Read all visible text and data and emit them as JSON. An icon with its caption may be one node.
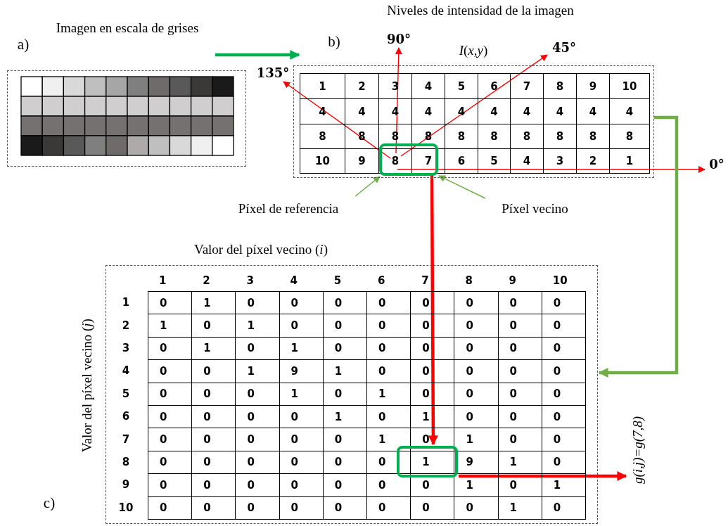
{
  "diagram": {
    "nodes": [
      {
        "text": [
          "Imagen en escala de grises"
        ],
        "beside": [
          "a)"
        ]
      },
      {
        "text": [
          "Niveles de intensidad de la imagen",
          "*I*(*x*,*y*)"
        ],
        "beside": [
          "b)"
        ]
      },
      {
        "text": [],
        "shape": "box",
        "in": 1
      },
      {
        "text": [
          "Píxel de referencia"
        ]
      },
      {
        "text": [
          "Píxel vecino"
        ]
      },
      {
        "text": [
          "135°"
        ]
      },
      {
        "text": [
          "90°"
        ]
      },
      {
        "text": [
          "45°"
        ]
      },
      {
        "text": [
          "0°"
        ]
      },
      {
        "text": [
          "Valor del píxel vecino (*i*)",
          "Valor del píxel vecino (*j*)"
        ],
        "beside": [
          "c)"
        ]
      },
      {
        "text": [],
        "shape": "box",
        "in": 9
      },
      {
        "text": [
          "g(i,j)=g(7,8)"
        ]
      }
    ],
    "edges": [
      {
        "from": 0,
        "to": 1,
        "arrow": "to",
        "style": "thick",
        "color": "#00b050"
      },
      {
        "from": 3,
        "to": 2,
        "arrow": "to",
        "color": "#70ad47"
      },
      {
        "from": 4,
        "to": 2,
        "arrow": "to",
        "color": "#70ad47"
      },
      {
        "from": 2,
        "to": 5,
        "arrow": "to",
        "color": "#ff0000"
      },
      {
        "from": 2,
        "to": 6,
        "arrow": "to",
        "color": "#ff0000"
      },
      {
        "from": 2,
        "to": 7,
        "arrow": "to",
        "color": "#ff0000"
      },
      {
        "from": 2,
        "to": 8,
        "arrow": "to",
        "color": "#ff0000"
      },
      {
        "from": 2,
        "to": 10,
        "arrow": "to",
        "style": "thick",
        "color": "#ff0000"
      },
      {
        "from": 1,
        "to": 9,
        "arrow": "to",
        "style": "thick",
        "color": "#70ad47"
      },
      {
        "from": 10,
        "to": 11,
        "arrow": "to",
        "style": "thick",
        "color": "#ff0000"
      }
    ],
    "labels": [
      "1",
      "2",
      "3",
      "4",
      "5",
      "6",
      "7",
      "8",
      "9",
      "10",
      "4",
      "4",
      "4",
      "4",
      "4",
      "4",
      "4",
      "4",
      "4",
      "4",
      "8",
      "8",
      "8",
      "8",
      "8",
      "8",
      "8",
      "8",
      "8",
      "8",
      "10",
      "9",
      "8",
      "7",
      "6",
      "5",
      "4",
      "3",
      "2",
      "1",
      "1",
      "2",
      "3",
      "4",
      "5",
      "6",
      "7",
      "8",
      "9",
      "10",
      "1",
      "0",
      "1",
      "0",
      "0",
      "0",
      "0",
      "0",
      "0",
      "0",
      "0",
      "2",
      "1",
      "0",
      "1",
      "0",
      "0",
      "0",
      "0",
      "0",
      "0",
      "0",
      "3",
      "0",
      "1",
      "0",
      "1",
      "0",
      "0",
      "0",
      "0",
      "0",
      "0",
      "4",
      "0",
      "0",
      "1",
      "9",
      "1",
      "0",
      "0",
      "0",
      "0",
      "0",
      "5",
      "0",
      "0",
      "0",
      "1",
      "0",
      "1",
      "0",
      "0",
      "0",
      "0",
      "6",
      "0",
      "0",
      "0",
      "0",
      "1",
      "0",
      "1",
      "0",
      "0",
      "0",
      "7",
      "0",
      "0",
      "0",
      "0",
      "0",
      "1",
      "0",
      "1",
      "0",
      "0",
      "8",
      "0",
      "0",
      "0",
      "0",
      "0",
      "0",
      "1",
      "9",
      "1",
      "0",
      "9",
      "0",
      "0",
      "0",
      "0",
      "0",
      "0",
      "0",
      "1",
      "0",
      "1",
      "10",
      "0",
      "0",
      "0",
      "0",
      "0",
      "0",
      "0",
      "0",
      "1",
      "0"
    ]
  }
}
